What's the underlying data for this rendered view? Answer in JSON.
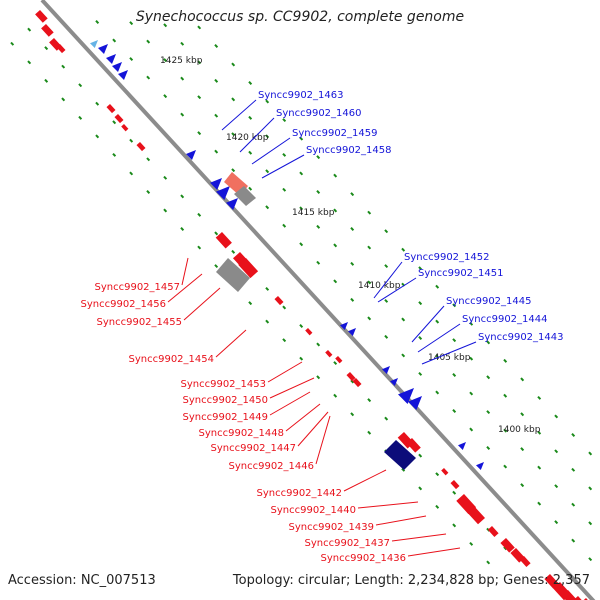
{
  "title": "Synechococcus sp. CC9902, complete genome",
  "accession": "Accession: NC_007513",
  "summary": "Topology: circular; Length: 2,234,828 bp; Genes: 2,357",
  "colors": {
    "backbone": "#8c8c8c",
    "forward_gene": "#e8111b",
    "reverse_gene": "#1414d8",
    "dotted_track": "#1a8a1a",
    "highlight_fill": "#f07060",
    "grey_feature": "#8a8a8a",
    "navy_feature": "#0c0c7a",
    "light_blue_feature": "#66b3e6",
    "scale_text": "#222222"
  },
  "scale_marks": [
    "1425 kbp",
    "1420 kbp",
    "1415 kbp",
    "1410 kbp",
    "1405 kbp",
    "1400 kbp"
  ],
  "gene_labels": {
    "reverse": [
      "Syncc9902_1463",
      "Syncc9902_1460",
      "Syncc9902_1459",
      "Syncc9902_1458",
      "Syncc9902_1452",
      "Syncc9902_1451",
      "Syncc9902_1445",
      "Syncc9902_1444",
      "Syncc9902_1443"
    ],
    "forward": [
      "Syncc9902_1457",
      "Syncc9902_1456",
      "Syncc9902_1455",
      "Syncc9902_1454",
      "Syncc9902_1453",
      "Syncc9902_1450",
      "Syncc9902_1449",
      "Syncc9902_1448",
      "Syncc9902_1447",
      "Syncc9902_1446",
      "Syncc9902_1442",
      "Syncc9902_1440",
      "Syncc9902_1439",
      "Syncc9902_1437",
      "Syncc9902_1436"
    ]
  }
}
